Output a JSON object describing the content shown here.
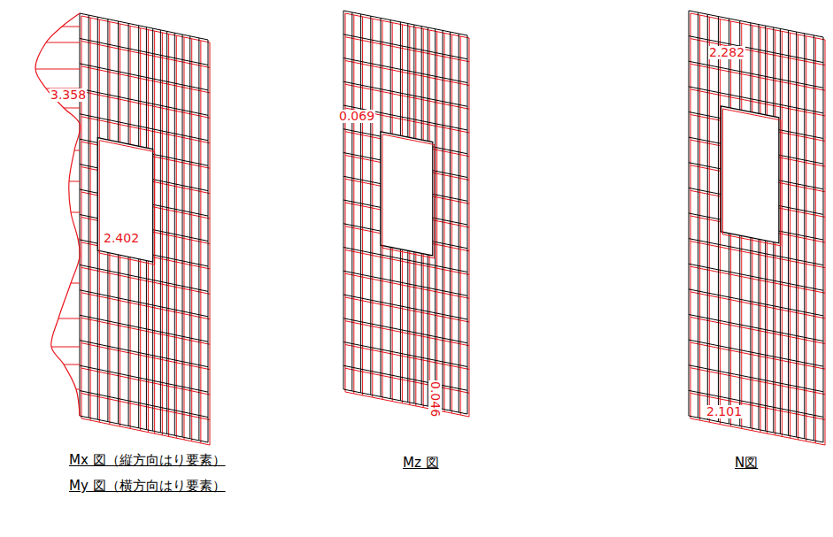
{
  "diagram": {
    "labels": [
      "3.358",
      "2.402",
      "0.069",
      "0.046",
      "2.282",
      "2.101",
      "Mx 図（縦方向はり要素）",
      "My 図（横方向はり要素）",
      "Mz 図",
      "N図"
    ]
  }
}
